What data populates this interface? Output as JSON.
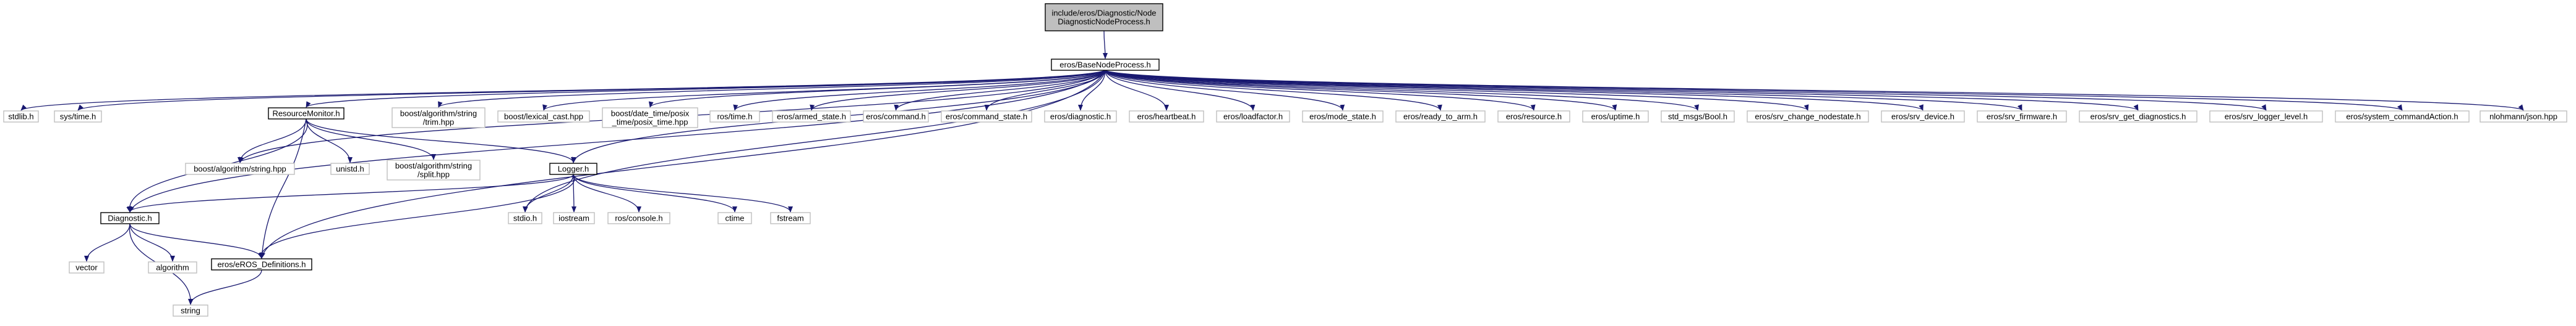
{
  "colors": {
    "background": "#ffffff",
    "edge": "#191970",
    "node_border": "#000000",
    "leaf_border": "#bfbfbf",
    "text": "#000000",
    "root_fill": "#bfbfbf",
    "node_fill": "#ffffff"
  },
  "nodes": {
    "root": "include/eros/Diagnostic/Node\nDiagnosticNodeProcess.h",
    "base": "eros/BaseNodeProcess.h",
    "stdlib": "stdlib.h",
    "systime": "sys/time.h",
    "resmon": "ResourceMonitor.h",
    "trim": "boost/algorithm/string\n/trim.hpp",
    "lexcast": "boost/lexical_cast.hpp",
    "posix": "boost/date_time/posix\n_time/posix_time.hpp",
    "rostime": "ros/time.h",
    "armed": "eros/armed_state.h",
    "command": "eros/command.h",
    "cmdstate": "eros/command_state.h",
    "erosdiag": "eros/diagnostic.h",
    "heartbeat": "eros/heartbeat.h",
    "loadfactor": "eros/loadfactor.h",
    "modestate": "eros/mode_state.h",
    "readyarm": "eros/ready_to_arm.h",
    "resource": "eros/resource.h",
    "uptime": "eros/uptime.h",
    "stdbool": "std_msgs/Bool.h",
    "chgnode": "eros/srv_change_nodestate.h",
    "srvdev": "eros/srv_device.h",
    "srvfw": "eros/srv_firmware.h",
    "srvgetdiag": "eros/srv_get_diagnostics.h",
    "srvlog": "eros/srv_logger_level.h",
    "syscmd": "eros/system_commandAction.h",
    "json": "nlohmann/json.hpp",
    "algostr": "boost/algorithm/string.hpp",
    "unistd": "unistd.h",
    "split": "boost/algorithm/string\n/split.hpp",
    "logger": "Logger.h",
    "diagh": "Diagnostic.h",
    "stdio": "stdio.h",
    "iostream": "iostream",
    "console": "ros/console.h",
    "ctime": "ctime",
    "fstream": "fstream",
    "vector": "vector",
    "algorithm": "algorithm",
    "defs": "eros/eROS_Definitions.h",
    "string": "string"
  }
}
